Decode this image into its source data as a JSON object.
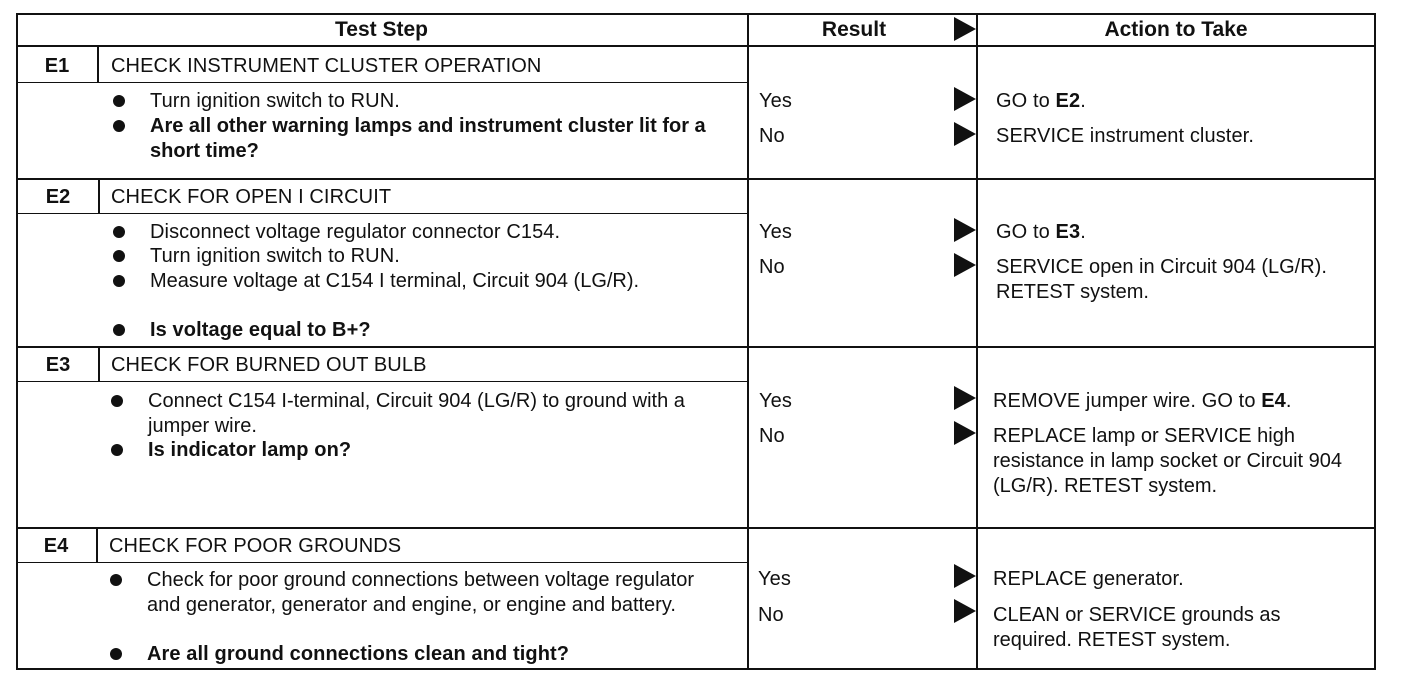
{
  "header": {
    "test_step": "Test Step",
    "result": "Result",
    "action": "Action to Take"
  },
  "steps": [
    {
      "code": "E1",
      "title": "CHECK INSTRUMENT CLUSTER OPERATION",
      "bullets": [
        {
          "text": "Turn ignition switch to RUN.",
          "bold": false
        },
        {
          "text": "Are all other warning lamps and instrument cluster lit for a short time?",
          "bold": true
        }
      ],
      "results": [
        {
          "label": "Yes",
          "action_parts": [
            "GO to ",
            "E2",
            "."
          ]
        },
        {
          "label": "No",
          "action_parts": [
            "SERVICE instrument cluster.",
            "",
            ""
          ]
        }
      ]
    },
    {
      "code": "E2",
      "title": "CHECK FOR OPEN I CIRCUIT",
      "bullets": [
        {
          "text": "Disconnect voltage regulator connector C154.",
          "bold": false
        },
        {
          "text": "Turn ignition switch to RUN.",
          "bold": false
        },
        {
          "text": "Measure voltage at C154 I terminal, Circuit 904 (LG/R).",
          "bold": false
        },
        {
          "text": "Is voltage equal to B+?",
          "bold": true
        }
      ],
      "results": [
        {
          "label": "Yes",
          "action_parts": [
            "GO to ",
            "E3",
            "."
          ]
        },
        {
          "label": "No",
          "action_parts": [
            "SERVICE open in Circuit 904 (LG/R). RETEST system.",
            "",
            ""
          ]
        }
      ]
    },
    {
      "code": "E3",
      "title": "CHECK FOR BURNED OUT BULB",
      "bullets": [
        {
          "text": "Connect C154 I-terminal, Circuit 904 (LG/R) to ground with a jumper wire.",
          "bold": false
        },
        {
          "text": "Is indicator lamp on?",
          "bold": true
        }
      ],
      "results": [
        {
          "label": "Yes",
          "action_parts": [
            "REMOVE jumper wire. GO to ",
            "E4",
            "."
          ]
        },
        {
          "label": "No",
          "action_parts": [
            "REPLACE lamp or SERVICE high resistance in lamp socket or Circuit 904 (LG/R). RETEST system.",
            "",
            ""
          ]
        }
      ]
    },
    {
      "code": "E4",
      "title": "CHECK FOR POOR GROUNDS",
      "bullets": [
        {
          "text": "Check for poor ground connections between voltage regulator and generator, generator and engine, or engine and battery.",
          "bold": false
        },
        {
          "text": "Are all ground connections clean and tight?",
          "bold": true
        }
      ],
      "results": [
        {
          "label": "Yes",
          "action_parts": [
            "REPLACE generator.",
            "",
            ""
          ]
        },
        {
          "label": "No",
          "action_parts": [
            "CLEAN or SERVICE grounds as required. RETEST system.",
            "",
            ""
          ]
        }
      ]
    }
  ]
}
